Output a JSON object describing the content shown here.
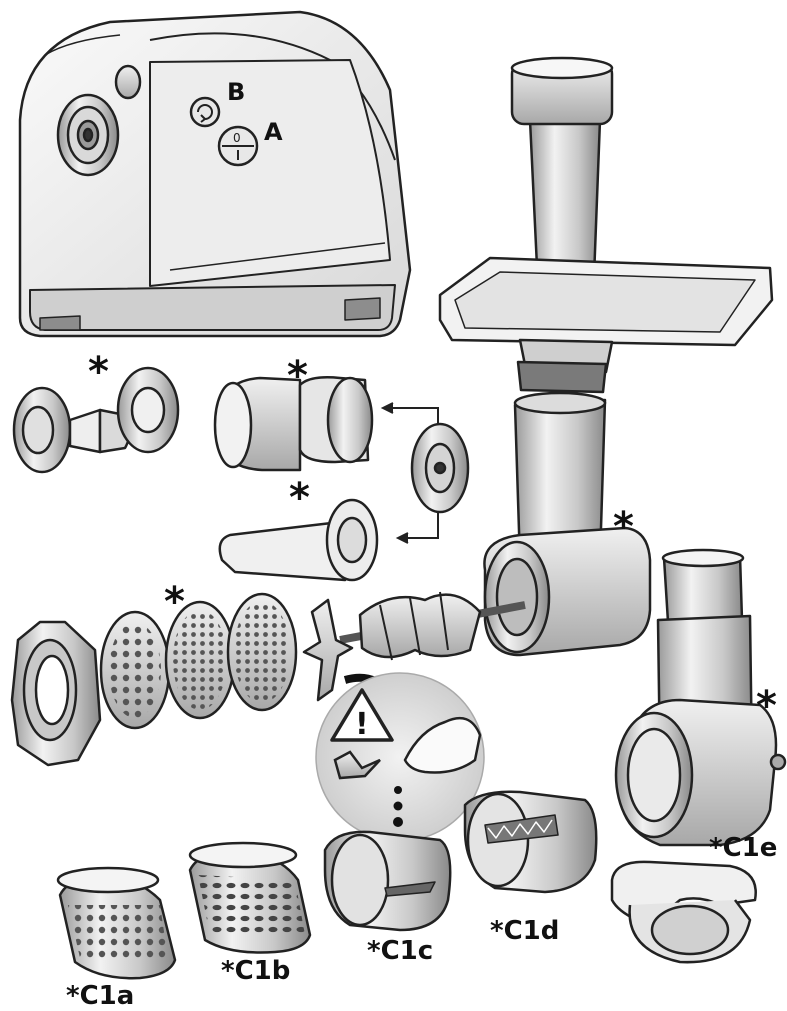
{
  "labels": {
    "button_b": "B",
    "button_a": "A",
    "c1a": "*C1a",
    "c1b": "*C1b",
    "c1c": "*C1c",
    "c1d": "*C1d",
    "c1e": "*C1e",
    "asterisk": "*"
  },
  "icons": {
    "warning": "warning-triangle-icon",
    "reverse": "reverse-arrow-icon",
    "power": "on-off-icon"
  },
  "colors": {
    "outline": "#222222",
    "metal_light": "#e6e6e6",
    "metal_mid": "#bdbdbd",
    "metal_dark": "#8c8c8c",
    "plastic": "#f4f4f4",
    "callout_bg": "#dcdcdc"
  }
}
